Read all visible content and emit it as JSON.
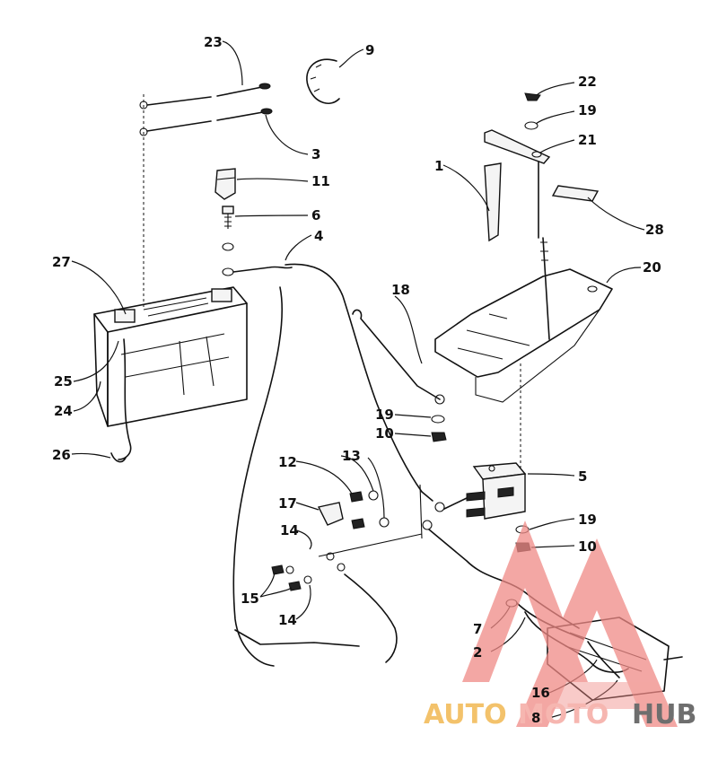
{
  "callouts": [
    "23",
    "9",
    "22",
    "19",
    "21",
    "3",
    "1",
    "11",
    "6",
    "28",
    "4",
    "20",
    "27",
    "18",
    "25",
    "24",
    "19",
    "10",
    "26",
    "12",
    "13",
    "5",
    "17",
    "19",
    "14",
    "10",
    "15",
    "14",
    "7",
    "2",
    "16",
    "8"
  ],
  "watermark": {
    "auto": "AUTO",
    "moto": "MOTO",
    "hub": "HUB"
  },
  "colors": {
    "auto": "#f3c26b",
    "moto": "#f6b6b0",
    "hub": "#6e6e6e",
    "logo": "#f08a86"
  }
}
